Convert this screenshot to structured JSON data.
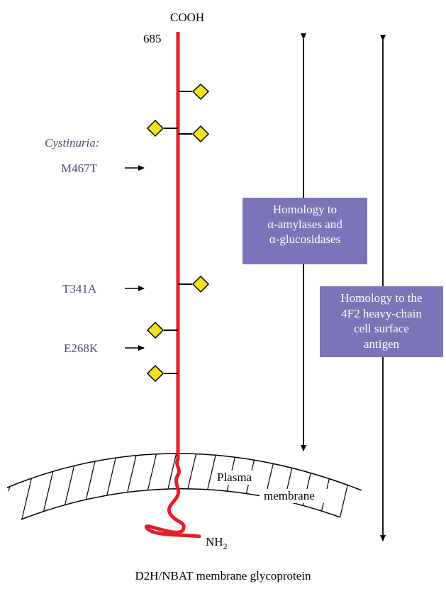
{
  "labels": {
    "cooh": "COOH",
    "residue_end": "685",
    "nh2": "NH",
    "nh2_sub": "2",
    "plasma": "Plasma",
    "membrane": "membrane"
  },
  "cystinuria": {
    "heading": "Cystinuria:",
    "mutations": [
      "M467T",
      "T341A",
      "E268K"
    ]
  },
  "homology_amylase": {
    "lines": [
      "Homology to",
      "α-amylases and",
      "α-glucosidases"
    ]
  },
  "homology_4f2": {
    "lines": [
      "Homology to the",
      "4F2 heavy-chain",
      "cell surface",
      "antigen"
    ]
  },
  "caption": "D2H/NBAT membrane glycoprotein",
  "colors": {
    "chain": "#e21f26",
    "glycosylation": "#f3e21a",
    "box": "#7b74b8",
    "mutation_text": "#4a4a6e"
  },
  "icons": {
    "glycosylation_site": "diamond",
    "mutation_pointer": "arrow-right"
  }
}
